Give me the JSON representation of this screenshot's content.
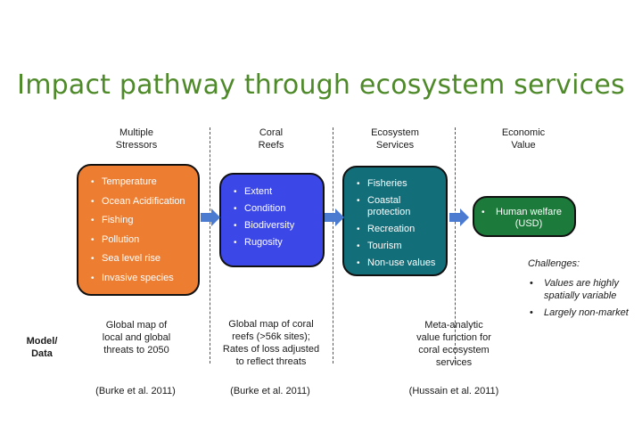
{
  "title": "Impact pathway through ecosystem services",
  "columns": {
    "stressors": {
      "header_line1": "Multiple",
      "header_line2": "Stressors",
      "items": [
        "Temperature",
        "Ocean Acidification",
        "Fishing",
        "Pollution",
        "Sea level rise",
        "Invasive species"
      ],
      "color": "#ed7d31",
      "model_lines": [
        "Global map of",
        "local and global",
        "threats to 2050"
      ],
      "citation": "(Burke et al. 2011)"
    },
    "reefs": {
      "header_line1": "Coral",
      "header_line2": "Reefs",
      "items": [
        "Extent",
        "Condition",
        "Biodiversity",
        "Rugosity"
      ],
      "color": "#3c47e8",
      "model_lines": [
        "Global map of coral",
        "reefs (>56k sites);",
        "Rates of loss adjusted",
        "to reflect threats"
      ],
      "citation": "(Burke et al. 2011)"
    },
    "services": {
      "header_line1": "Ecosystem",
      "header_line2": "Services",
      "items": [
        "Fisheries",
        "Coastal protection",
        "Recreation",
        "Tourism",
        "Non-use values"
      ],
      "color": "#126e79"
    },
    "value": {
      "header_line1": "Economic",
      "header_line2": "Value",
      "items": [
        "Human welfare (USD)"
      ],
      "color": "#1c7a3a",
      "model_lines": [
        "Meta-analytic",
        "value function for",
        "coral ecosystem",
        "services"
      ],
      "citation": "(Hussain et al. 2011)"
    }
  },
  "challenges": {
    "heading": "Challenges:",
    "items": [
      "Values are highly spatially variable",
      "Largely non-market"
    ]
  },
  "model_label": "Model/ Data",
  "arrow_color": "#4a7bd0"
}
